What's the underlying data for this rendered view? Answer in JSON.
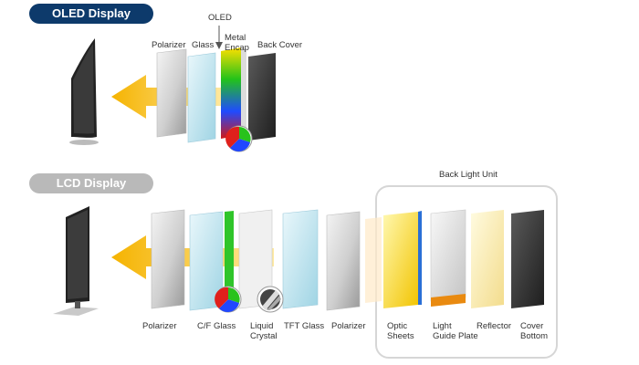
{
  "oled": {
    "title": "OLED Display",
    "oled_label": "OLED",
    "labels": {
      "polarizer": "Polarizer",
      "glass": "Glass",
      "metal_encap": "Metal\nEncap",
      "back_cover": "Back Cover"
    }
  },
  "lcd": {
    "title": "LCD Display",
    "blu_title": "Back Light Unit",
    "labels": {
      "polarizer_front": "Polarizer",
      "cf_glass": "C/F Glass",
      "liquid_crystal": "Liquid\nCrystal",
      "tft_glass": "TFT Glass",
      "polarizer_rear": "Polarizer",
      "optic_sheets": "Optic\nSheets",
      "light_guide_plate": "Light\nGuide Plate",
      "reflector": "Reflector",
      "cover_bottom": "Cover\nBottom"
    }
  },
  "colors": {
    "oled_pill": "#0d3a6b",
    "lcd_pill": "#b9b9b9",
    "arrow": "#f5b300",
    "blu_frame": "#d6d6d6"
  }
}
